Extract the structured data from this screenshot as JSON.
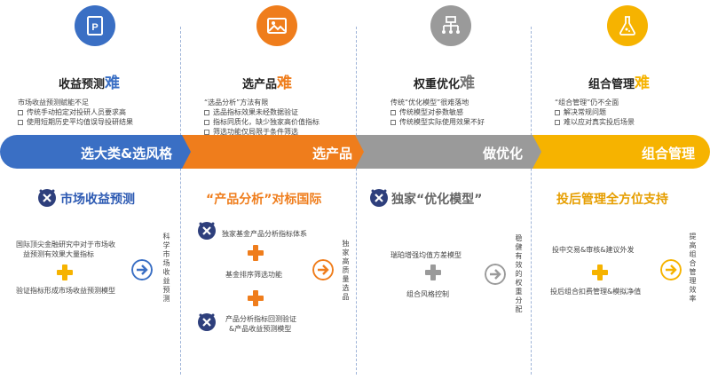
{
  "colors": {
    "blue": "#3a6fc4",
    "orange": "#ef7d1c",
    "gray": "#9a9a9a",
    "yellow": "#f6b300"
  },
  "columns": [
    {
      "icon": "document-icon",
      "title_main": "收益预测",
      "title_suffix": "难",
      "intro": "市场收益预测赋能不足",
      "bullets": [
        "传统手动拍定对投研人员要求高",
        "使用短期历史平均值误导投研结果"
      ],
      "band_label": "选大类&选风格",
      "sub_title": "市场收益预测",
      "items": [
        "国际顶尖金融研究中对于市场收",
        "益预测有效果大量指标",
        "验证指标形成市场收益预测模型"
      ],
      "result": "科学市场收益预测"
    },
    {
      "icon": "image-icon",
      "title_main": "选产品",
      "title_suffix": "难",
      "intro": "“选品分析”方法有限",
      "bullets": [
        "选品指标效果未经数据验证",
        "指标同质化，缺少独家高价值指标",
        "筛选功能仅局限于条件筛选"
      ],
      "band_label": "选产品",
      "sub_title": "“产品分析”对标国际",
      "items": [
        "独家基金产品分析指标体系",
        "基金排序筛选功能",
        "产品分析指标回测验证",
        "&产品收益预测模型"
      ],
      "result": "独家高质量选品"
    },
    {
      "icon": "hierarchy-icon",
      "title_main": "权重优化",
      "title_suffix": "难",
      "intro": "传统“优化模型”很难落地",
      "bullets": [
        "传统模型对参数敏感",
        "传统模型实际使用效果不好"
      ],
      "band_label": "做优化",
      "sub_title": "独家“优化模型”",
      "items": [
        "瑞珀增强均值方差模型",
        "组合风格控制"
      ],
      "result": "稳健有效的权重分配"
    },
    {
      "icon": "flask-icon",
      "title_main": "组合管理",
      "title_suffix": "难",
      "intro": "“组合管理”仍不全面",
      "bullets": [
        "解决常规问题",
        "难以应对真实投后场景"
      ],
      "band_label": "组合管理",
      "sub_title": "投后管理全方位支持",
      "items": [
        "投中交易&审核&建议外发",
        "投后组合扣费管理&模拟净值"
      ],
      "result": "提高组合管理效率"
    }
  ]
}
